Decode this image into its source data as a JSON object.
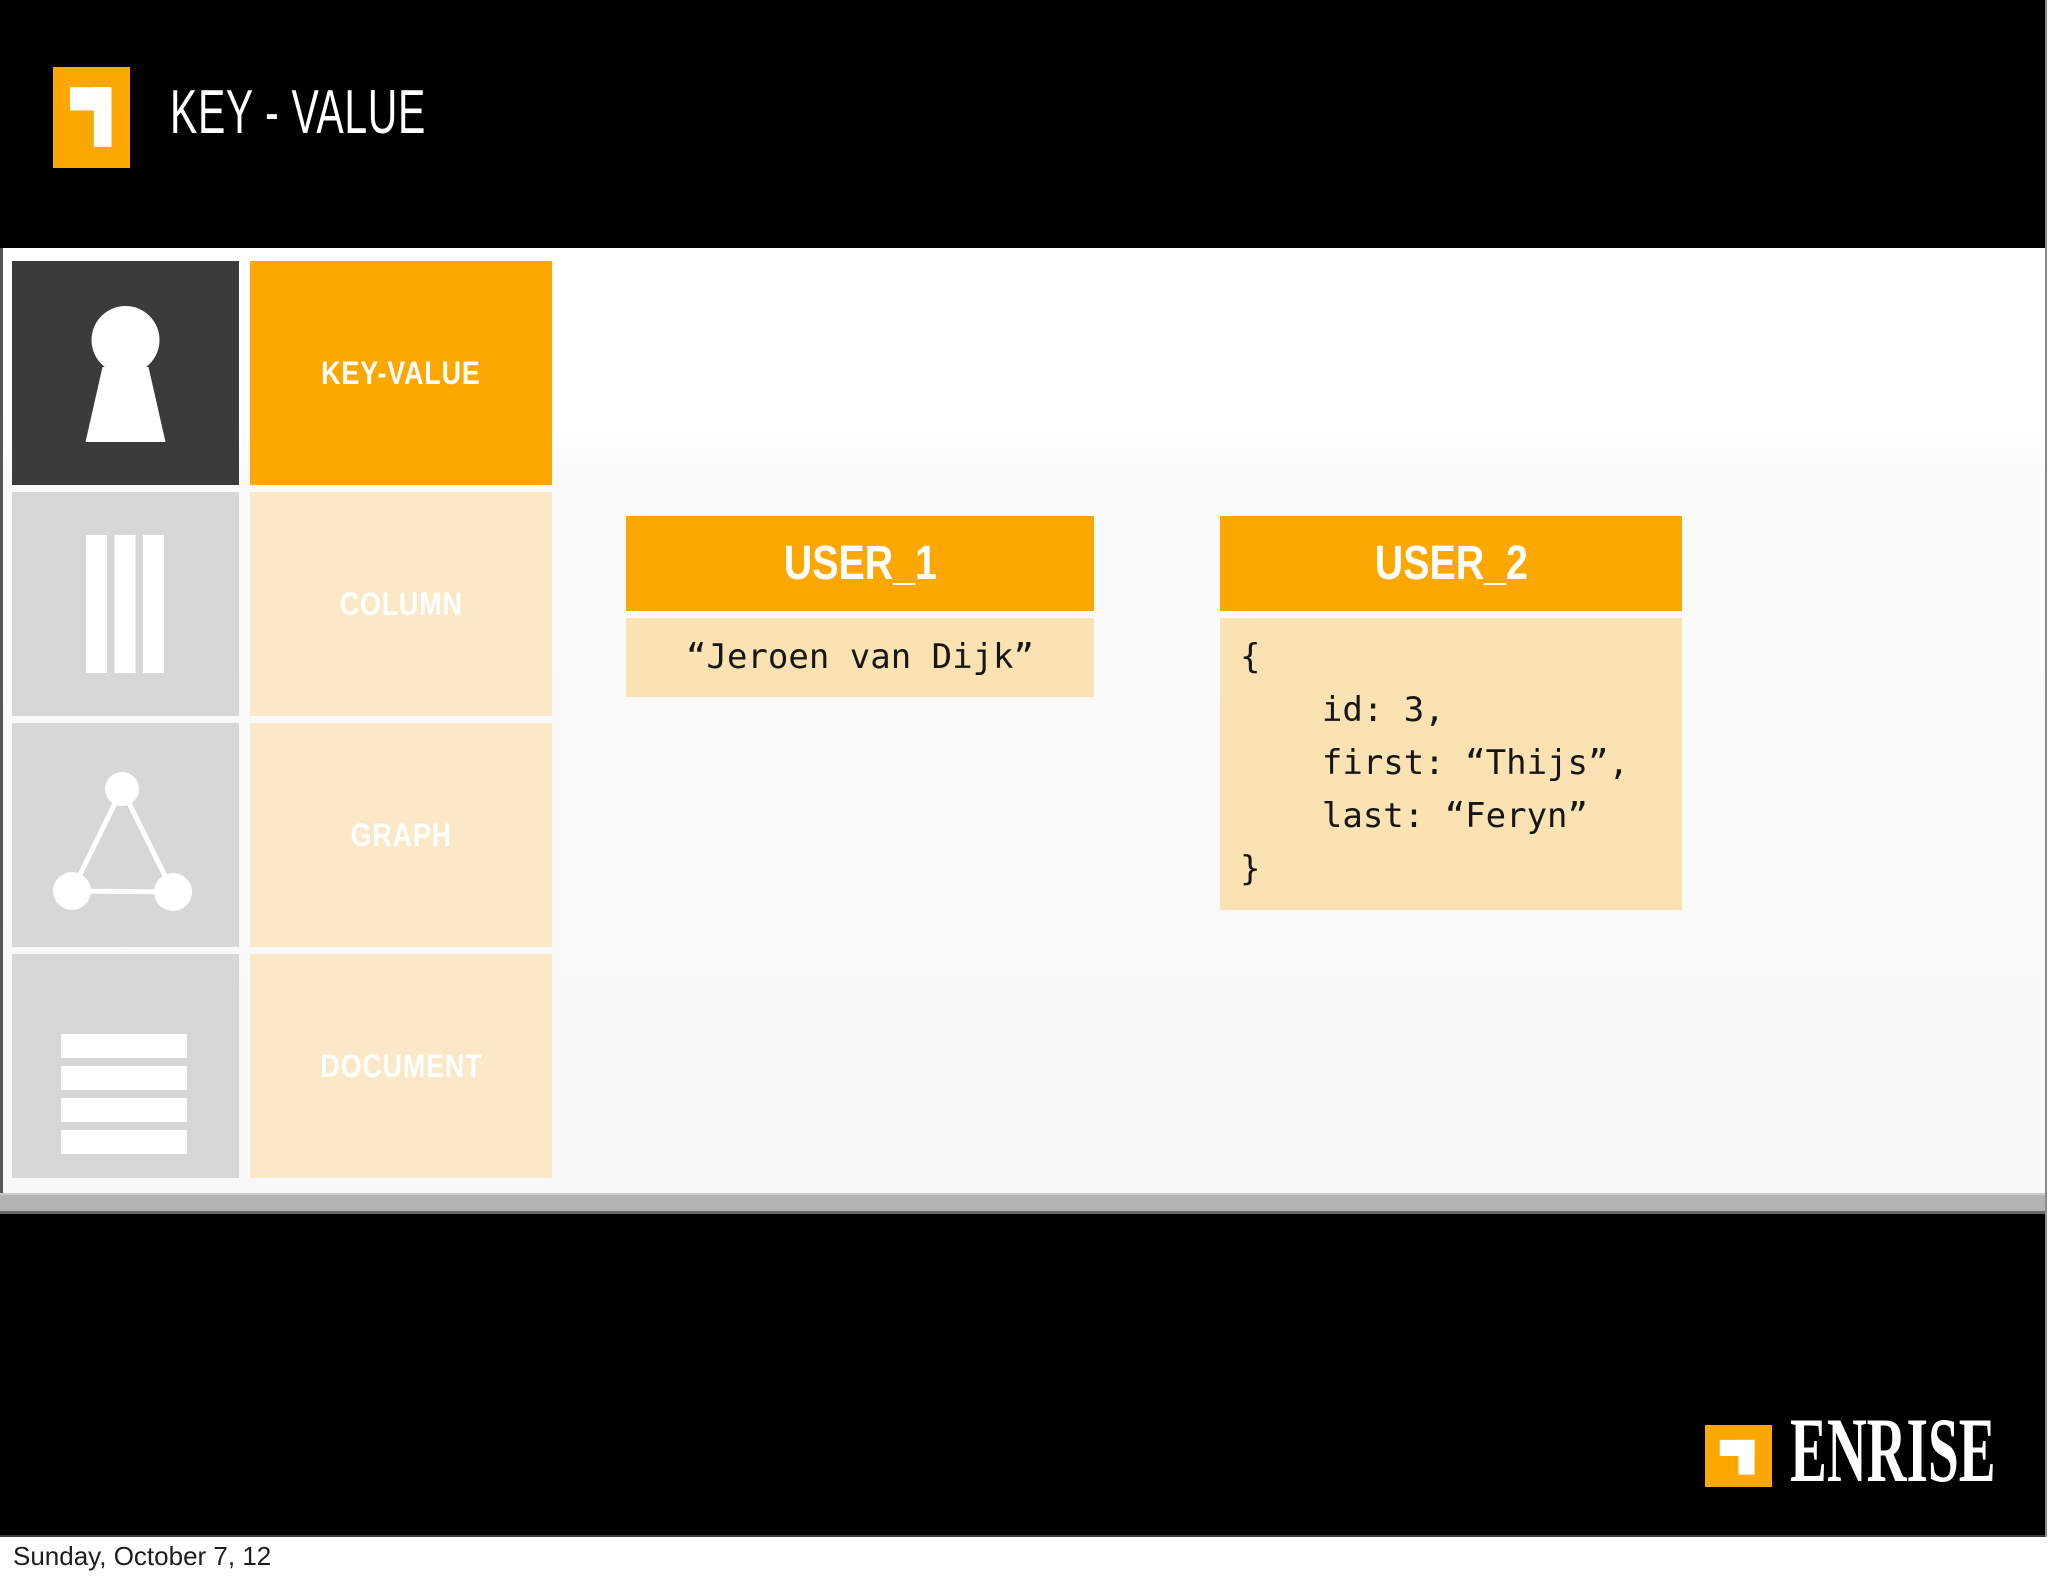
{
  "header": {
    "title": "KEY - VALUE",
    "logo": "enrise-corner-mark"
  },
  "sidebar": {
    "items": [
      {
        "label": "KEY-VALUE",
        "icon": "keyhole-icon",
        "active": true
      },
      {
        "label": "COLUMN",
        "icon": "columns-icon",
        "active": false
      },
      {
        "label": "GRAPH",
        "icon": "graph-icon",
        "active": false
      },
      {
        "label": "DOCUMENT",
        "icon": "document-icon",
        "active": false
      }
    ]
  },
  "main": {
    "cards": [
      {
        "title": "USER_1",
        "body_lines": [
          "“Jeroen van Dijk”"
        ]
      },
      {
        "title": "USER_2",
        "body_lines": [
          "{",
          "    id: 3,",
          "    first: “Thijs”,",
          "    last: “Feryn”",
          "}"
        ]
      }
    ]
  },
  "footer": {
    "brand": "ENRISE",
    "logo": "enrise-corner-mark"
  },
  "status_bar": {
    "date_stamp": "Sunday, October 7, 12"
  },
  "colors": {
    "accent_orange": "#FCA702",
    "tile_light_orange": "#FBE8C6",
    "card_body_orange": "#FBE2B2",
    "tile_dark": "#3B3B3B",
    "tile_gray": "#D7D7D7",
    "divider_gray": "#B3B3B3",
    "header_black": "#000000"
  }
}
